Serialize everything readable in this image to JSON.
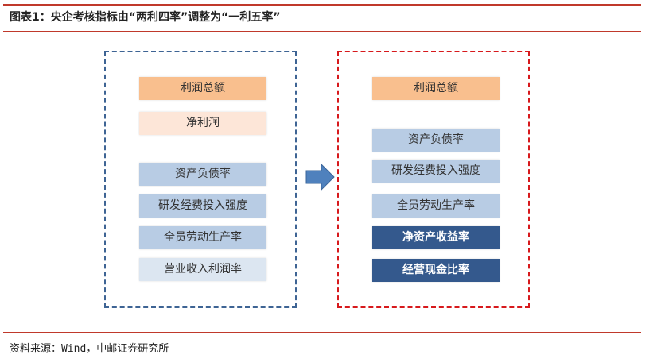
{
  "title": "图表1：央企考核指标由“两利四率”调整为“一利五率”",
  "left": [
    "利润总额",
    "净利润",
    "资产负债率",
    "研发经费投入强度",
    "全员劳动生产率",
    "营业收入利润率"
  ],
  "right": [
    "利润总额",
    "资产负债率",
    "研发经费投入强度",
    "全员劳动生产率",
    "净资产收益率",
    "经营现金比率"
  ],
  "source": "资料来源：Wind，中邮证券研究所",
  "colors": {
    "left_border": "#3e6494",
    "right_border": "#d7191c",
    "arrow": "#4f81bd"
  }
}
